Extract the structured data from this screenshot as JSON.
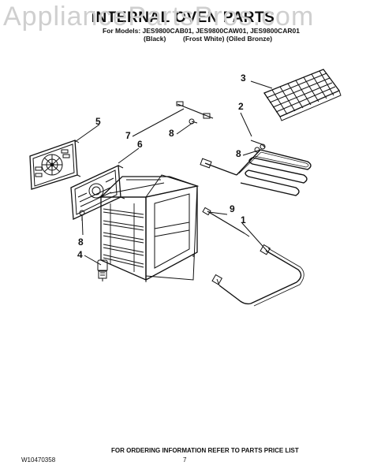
{
  "watermark": "AppliancePartsPros.com",
  "title": "INTERNAL OVEN PARTS",
  "models_line": "For Models: JES9800CAB01, JES9800CAW01, JES9800CAR01",
  "finishes": [
    "(Black)",
    "(Frost White)",
    "(Oiled Bronze)"
  ],
  "callouts": [
    "1",
    "2",
    "3",
    "4",
    "5",
    "6",
    "7",
    "8",
    "8",
    "8",
    "9"
  ],
  "footer": {
    "doc_number": "W10470358",
    "ordering_note": "FOR ORDERING INFORMATION REFER TO PARTS PRICE LIST",
    "page_number": "7"
  }
}
